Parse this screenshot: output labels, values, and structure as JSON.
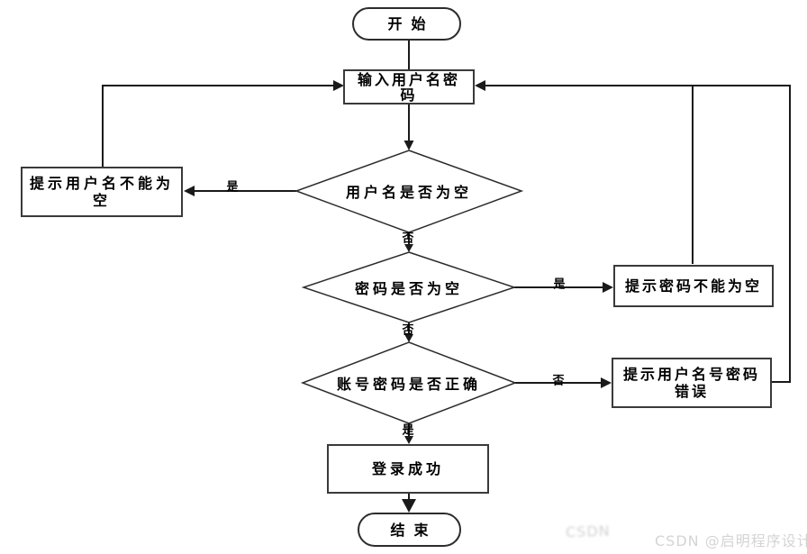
{
  "flowchart": {
    "title_semantic": "login-process-flowchart",
    "nodes": {
      "start": {
        "label": "开始",
        "type": "terminator"
      },
      "input": {
        "label": "输入用户名密\n码",
        "type": "process"
      },
      "check_username": {
        "label": "用户名是否为空",
        "type": "decision"
      },
      "prompt_username_empty": {
        "label": "提示用户名不能为\n空",
        "type": "process"
      },
      "check_password": {
        "label": "密码是否为空",
        "type": "decision"
      },
      "prompt_password_empty": {
        "label": "提示密码不能为空",
        "type": "process"
      },
      "check_credentials": {
        "label": "账号密码是否正确",
        "type": "decision"
      },
      "prompt_credentials_wrong": {
        "label": "提示用户名号密码\n错误",
        "type": "process"
      },
      "login_success": {
        "label": "登录成功",
        "type": "process"
      },
      "end": {
        "label": "结束",
        "type": "terminator"
      }
    },
    "edge_labels": {
      "username_yes": "是",
      "username_no": "否",
      "password_yes": "是",
      "password_no": "否",
      "credentials_no": "否",
      "credentials_yes": "是"
    },
    "colors": {
      "background": "#ffffff",
      "line": "#1a1a1a",
      "node_border": "#3a3a3a",
      "node_fill": "#ffffff",
      "watermark": "#d4d4d4"
    }
  },
  "watermark": {
    "primary": "CSDN @启明程序设计",
    "secondary": "CSDN"
  }
}
